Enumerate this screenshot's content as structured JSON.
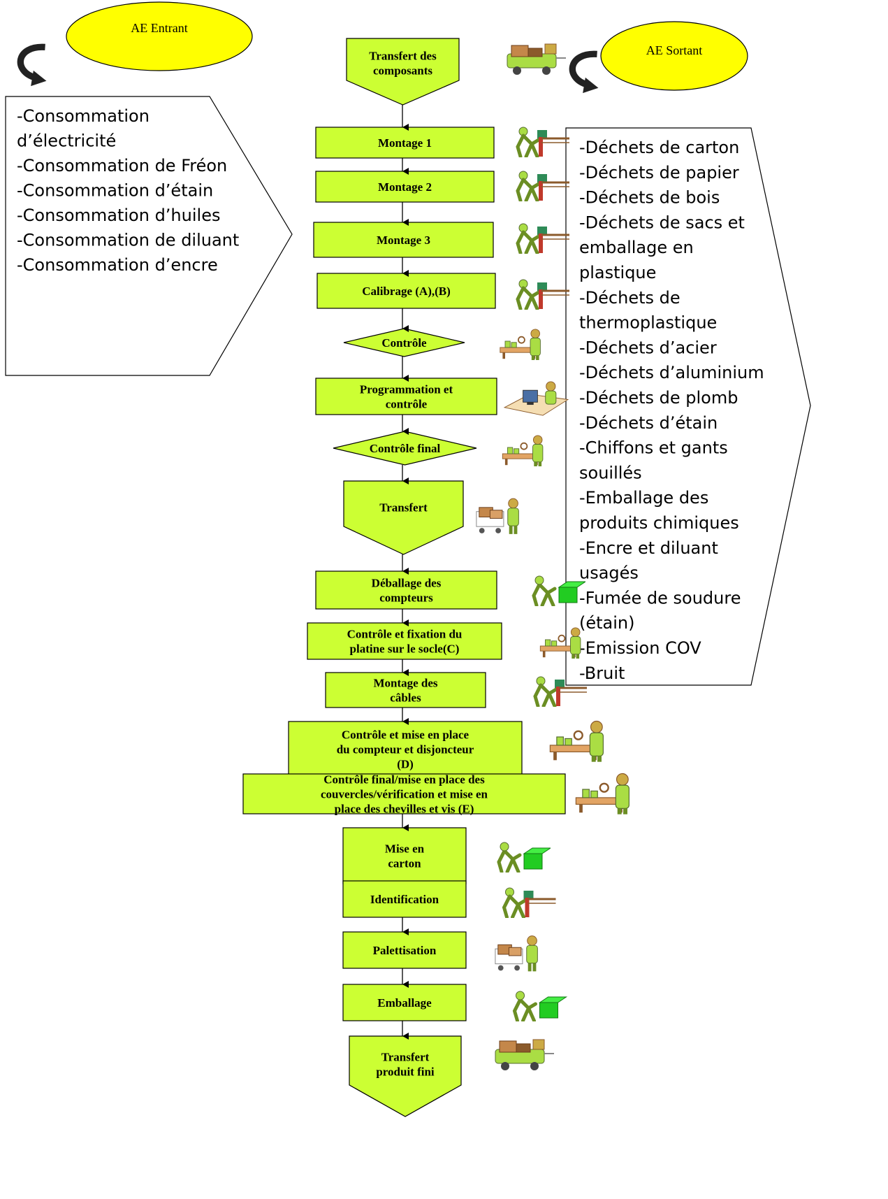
{
  "ellipses": {
    "entrant": "AE Entrant",
    "sortant": "AE Sortant"
  },
  "steps": [
    {
      "lines": [
        "Transfert des",
        "composants"
      ],
      "icon": "delivery-cart-icon"
    },
    {
      "lines": [
        "Montage 1"
      ],
      "icon": "worker-assembly-icon"
    },
    {
      "lines": [
        "Montage 2"
      ],
      "icon": "worker-assembly-icon"
    },
    {
      "lines": [
        "Montage 3"
      ],
      "icon": "worker-assembly-icon"
    },
    {
      "lines": [
        "Calibrage (A),(B)"
      ],
      "icon": "worker-assembly-icon"
    },
    {
      "lines": [
        "Contrôle"
      ],
      "icon": "inspector-icon"
    },
    {
      "lines": [
        "Programmation et",
        "contrôle"
      ],
      "icon": "computer-operator-icon"
    },
    {
      "lines": [
        "Contrôle final"
      ],
      "icon": "inspector-icon"
    },
    {
      "lines": [
        "Transfert"
      ],
      "icon": "shopping-cart-worker-icon"
    },
    {
      "lines": [
        "Déballage des",
        "compteurs"
      ],
      "icon": "worker-box-icon"
    },
    {
      "lines": [
        "Contrôle et fixation du",
        "platine sur le socle(C)"
      ],
      "icon": "inspector-icon"
    },
    {
      "lines": [
        "Montage des",
        "câbles"
      ],
      "icon": "worker-assembly-icon"
    },
    {
      "lines": [
        "Contrôle et mise en place",
        "du compteur et disjoncteur",
        "(D)"
      ],
      "icon": "inspector-icon"
    },
    {
      "lines": [
        "Contrôle final/mise en place des",
        "couvercles/vérification et mise en",
        "place des chevilles et vis (E)"
      ],
      "icon": "inspector-icon"
    },
    {
      "lines": [
        "Mise en",
        "carton"
      ],
      "icon": "worker-box-icon"
    },
    {
      "lines": [
        "Identification"
      ],
      "icon": "worker-assembly-icon"
    },
    {
      "lines": [
        "Palettisation"
      ],
      "icon": "shopping-cart-worker-icon"
    },
    {
      "lines": [
        "Emballage"
      ],
      "icon": "worker-box-icon"
    },
    {
      "lines": [
        "Transfert",
        "produit fini"
      ],
      "icon": "delivery-cart-icon"
    }
  ],
  "inputs": [
    "-Consommation",
    "d’électricité",
    "-Consommation de Fréon",
    "-Consommation d’étain",
    "-Consommation d’huiles",
    "-Consommation de diluant",
    "-Consommation d’encre"
  ],
  "outputs": [
    "-Déchets de carton",
    "-Déchets de papier",
    "-Déchets de bois",
    "-Déchets de sacs et",
    "emballage en",
    "plastique",
    "-Déchets de",
    "thermoplastique",
    "-Déchets d’acier",
    "-Déchets d’aluminium",
    "-Déchets de plomb",
    "-Déchets d’étain",
    "-Chiffons et gants",
    "souillés",
    "-Emballage des",
    "produits chimiques",
    "-Encre et diluant",
    "usagés",
    "-Fumée de soudure",
    "(étain)",
    "-Emission COV",
    "-Bruit"
  ],
  "colors": {
    "step_fill": "#ccff33",
    "ellipse_fill": "#ffff00",
    "icon_green": "#aadd44",
    "icon_brown": "#8b5a2b"
  }
}
